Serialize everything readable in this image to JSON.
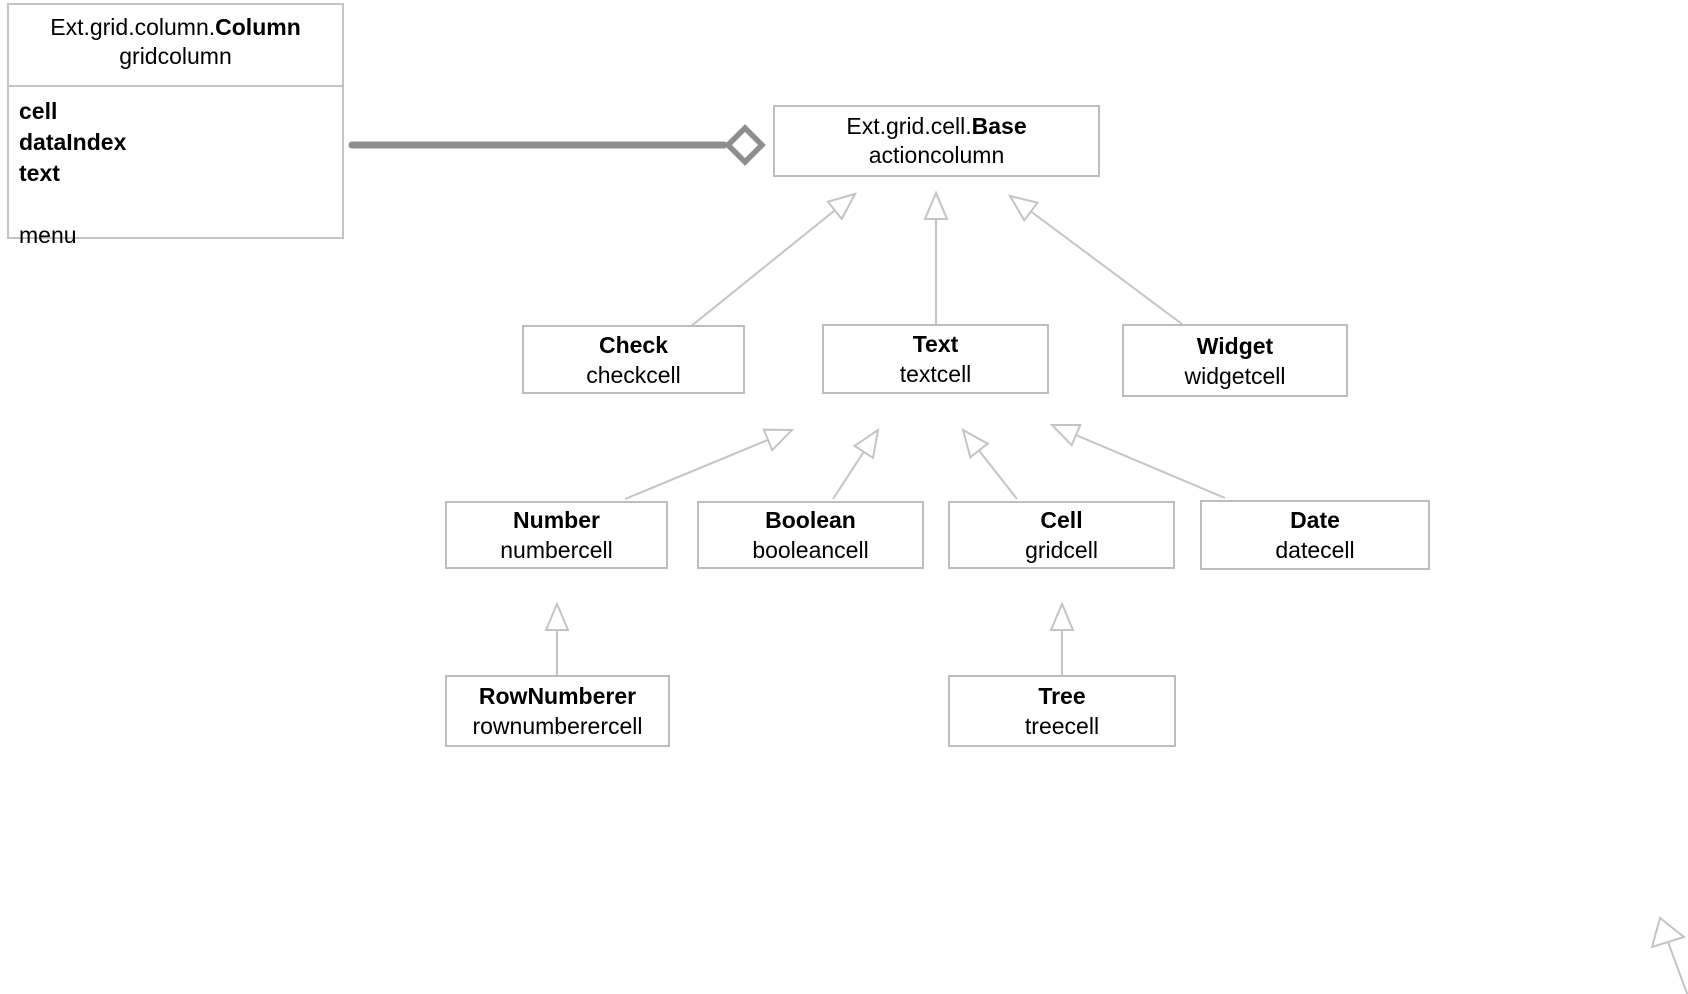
{
  "diagram": {
    "column_box": {
      "title_prefix": "Ext.grid.column.",
      "title_name": "Column",
      "subtitle": "gridcolumn",
      "configs": [
        "cell",
        "dataIndex",
        "text"
      ],
      "configs_plain": [
        "menu"
      ]
    },
    "base_box": {
      "title_prefix": "Ext.grid.cell.",
      "title_name": "Base",
      "subtitle": "actioncolumn"
    },
    "subclasses": [
      {
        "name": "Check",
        "xtype": "checkcell"
      },
      {
        "name": "Text",
        "xtype": "textcell"
      },
      {
        "name": "Widget",
        "xtype": "widgetcell"
      },
      {
        "name": "Number",
        "xtype": "numbercell"
      },
      {
        "name": "Boolean",
        "xtype": "booleancell"
      },
      {
        "name": "Cell",
        "xtype": "gridcell"
      },
      {
        "name": "Date",
        "xtype": "datecell"
      },
      {
        "name": "RowNumberer",
        "xtype": "rownumberercell"
      },
      {
        "name": "Tree",
        "xtype": "treecell"
      }
    ],
    "colors": {
      "box_border": "#bdbdbd",
      "arrow_line": "#c4c4c4",
      "aggregation": "#8e8e8e",
      "text": "#000000",
      "background": "#ffffff"
    }
  }
}
